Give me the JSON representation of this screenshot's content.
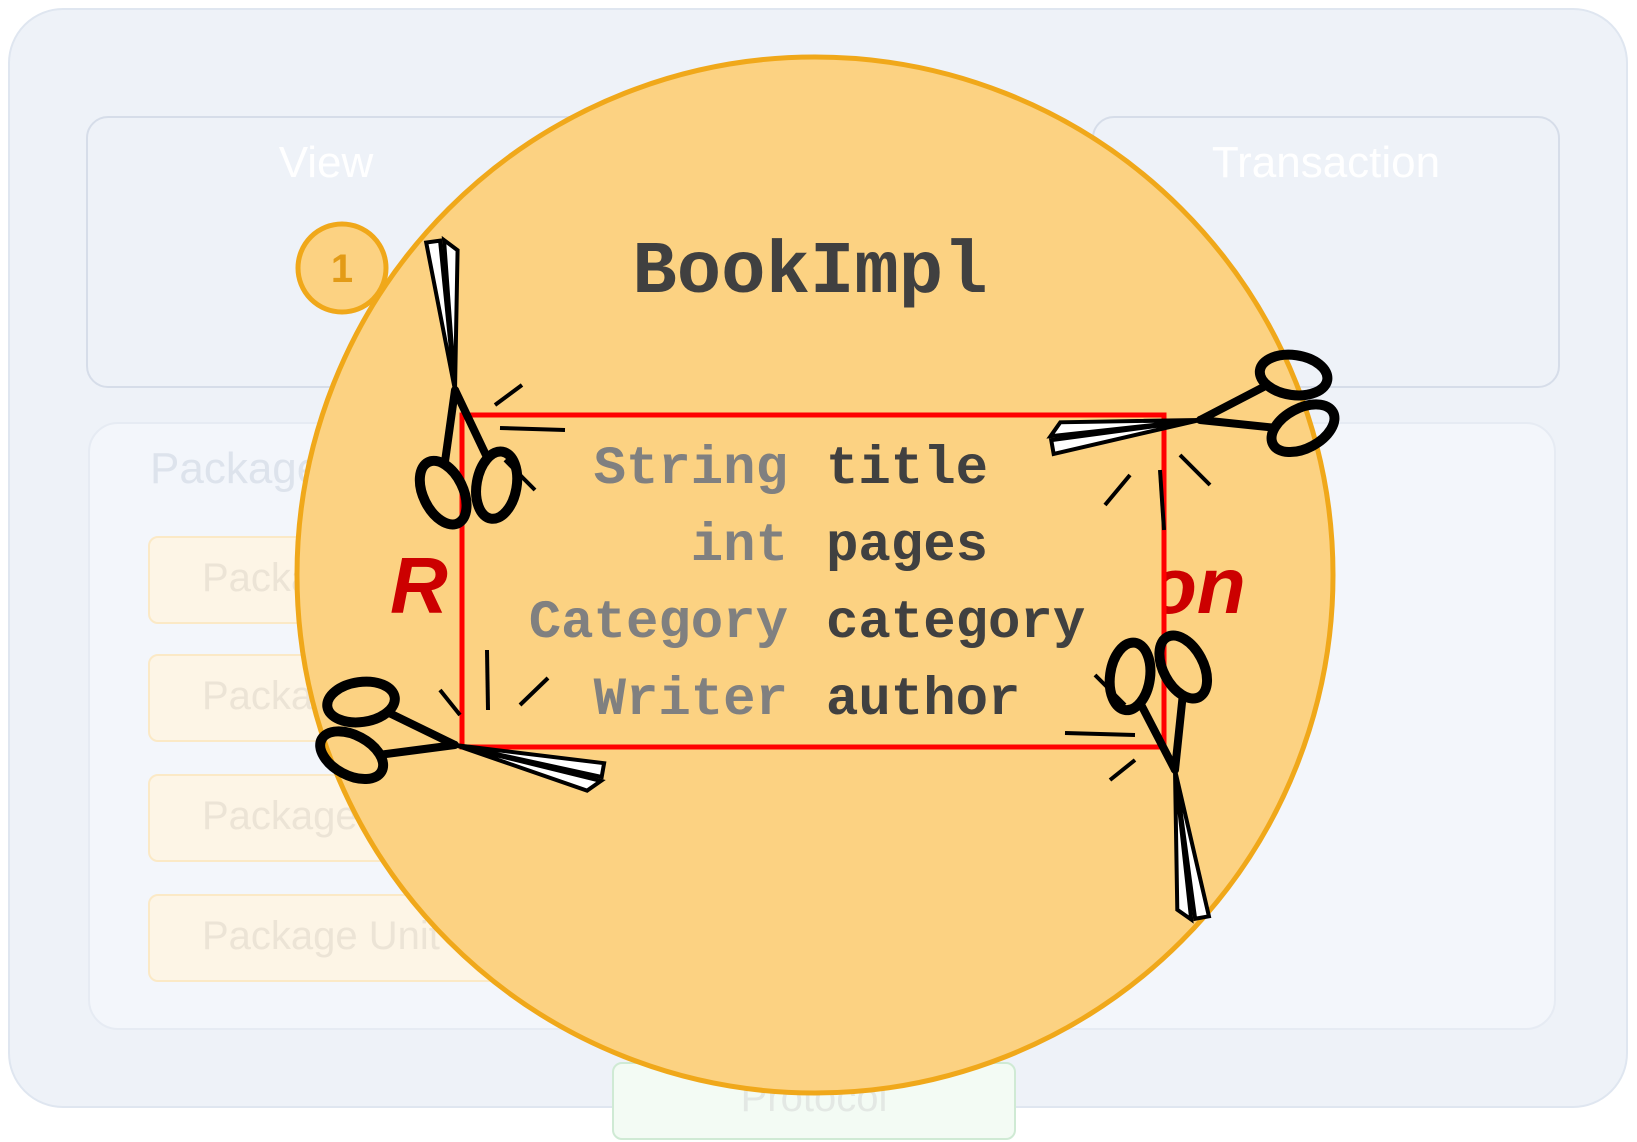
{
  "background": {
    "view_label": "View",
    "transaction_label": "Transaction",
    "package_heading": "Package",
    "package_units": [
      "Package Unit",
      "Package Unit",
      "Package Unit",
      "Package Unit"
    ],
    "protocol_label": "Protocol"
  },
  "callout": {
    "step_number": "1",
    "class_name": "BookImpl",
    "fields": [
      {
        "type": "String",
        "name": "title"
      },
      {
        "type": "int",
        "name": "pages"
      },
      {
        "type": "Category",
        "name": "category"
      },
      {
        "type": "Writer",
        "name": "author"
      }
    ],
    "hidden_left_fragment": "R",
    "hidden_right_fragment": "on"
  },
  "colors": {
    "circle_fill": "#fcd282",
    "circle_stroke": "#f0a81a",
    "cut_line": "#ff0000",
    "hidden_text": "#cc0000",
    "field_type": "#808080",
    "field_name": "#404040",
    "class_name": "#404040"
  },
  "icons": [
    "scissors-icon"
  ]
}
